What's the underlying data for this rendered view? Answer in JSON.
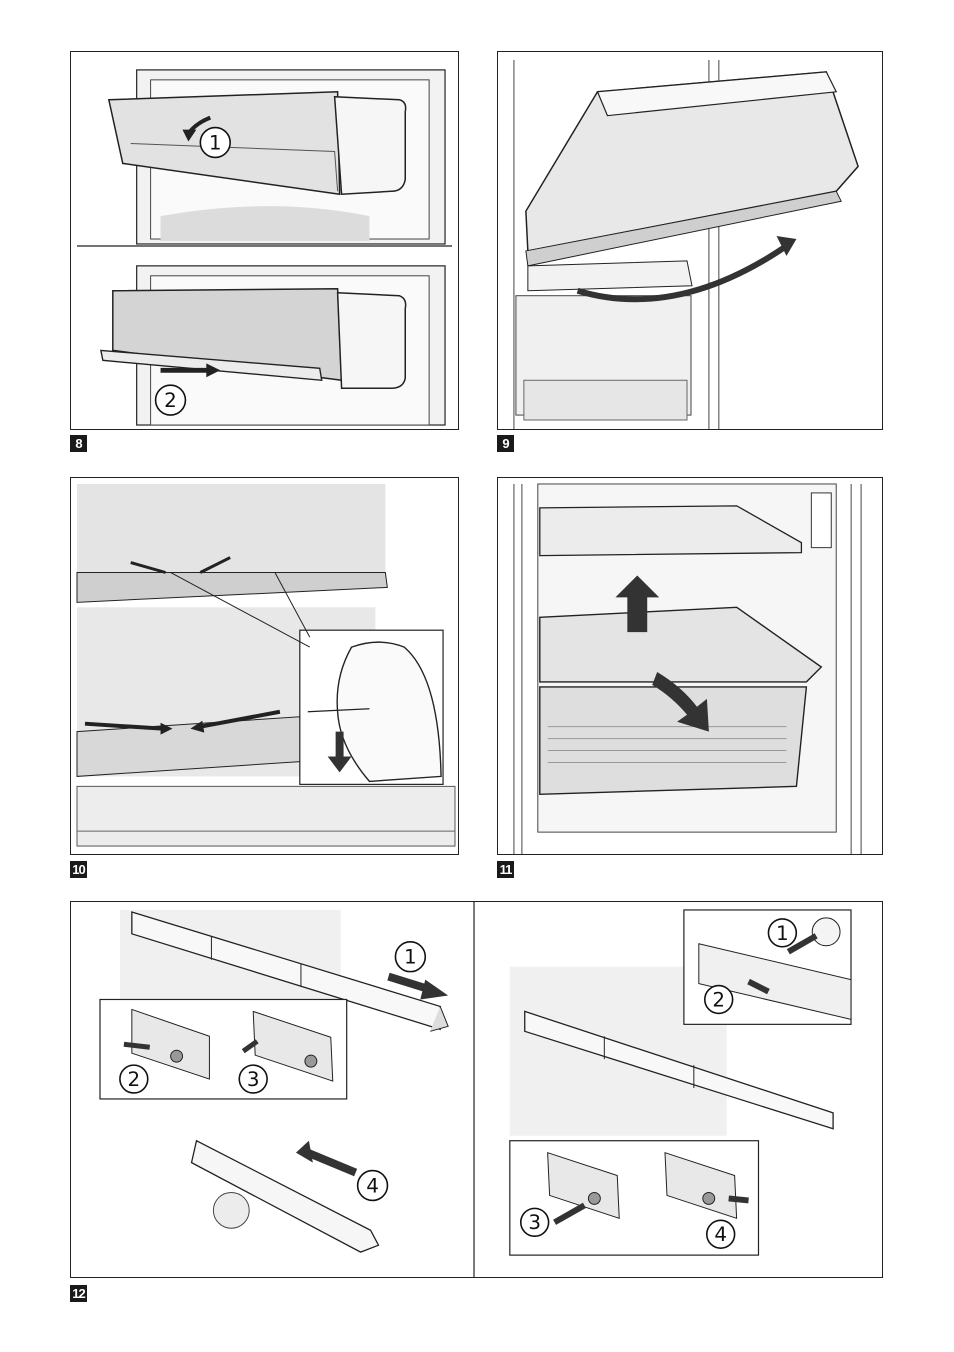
{
  "figures": {
    "f8": {
      "label": "8",
      "steps": [
        "1",
        "2"
      ]
    },
    "f9": {
      "label": "9"
    },
    "f10": {
      "label": "10"
    },
    "f11": {
      "label": "11"
    },
    "f12": {
      "label": "12",
      "left_steps": [
        "1",
        "2",
        "3",
        "4"
      ],
      "right_steps": [
        "1",
        "2",
        "3",
        "4"
      ]
    }
  },
  "colors": {
    "line": "#222222",
    "shade": "#dcdcdc",
    "light": "#efefef",
    "arrow": "#333333"
  }
}
